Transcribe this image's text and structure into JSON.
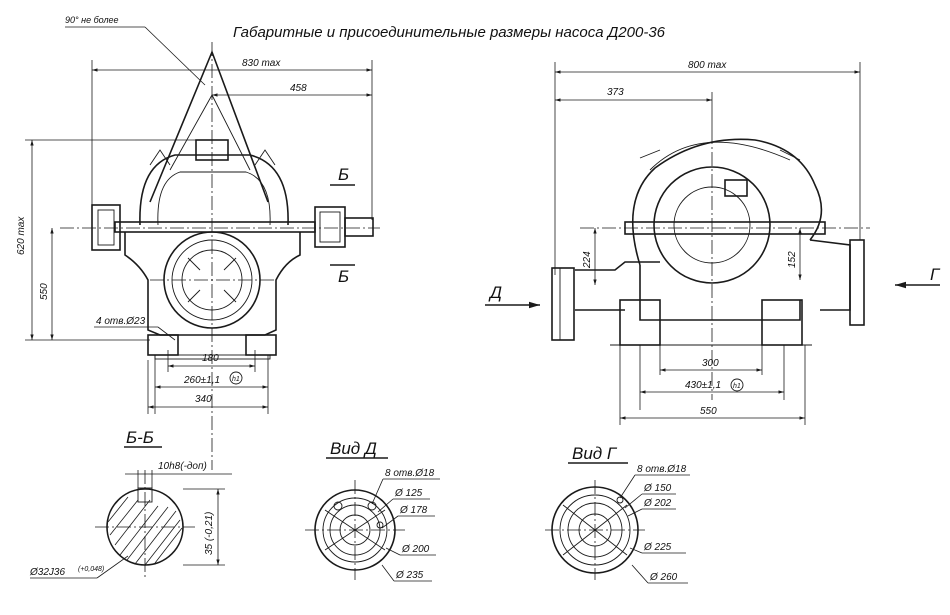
{
  "title": "Габаритные и присоединительные размеры насоса Д200-36",
  "front_view": {
    "angle_note": "90° не более",
    "dim_width_max": "830 max",
    "dim_458": "458",
    "dim_height_max": "620 max",
    "dim_550": "550",
    "holes": "4 отв.Ø23",
    "dim_180": "180",
    "dim_260": "260±1,1",
    "tol_mark": "h1",
    "dim_340": "340",
    "section_letter_top": "Б",
    "section_letter_bottom": "Б"
  },
  "side_view": {
    "dim_width_max": "800 max",
    "dim_373": "373",
    "dim_224": "224",
    "dim_152": "152",
    "arrow_d": "Д",
    "arrow_g": "Г",
    "dim_300": "300",
    "dim_430": "430±1,1",
    "tol_mark": "h1",
    "dim_550": "550"
  },
  "section_bb": {
    "label": "Б-Б",
    "keyway": "10h8(-доп)",
    "depth": "35 (-0,21)",
    "shaft": "Ø32J36",
    "shaft_tol": "(+0,048)"
  },
  "view_d": {
    "label": "Вид Д",
    "holes": "8 отв.Ø18",
    "d1": "Ø 125",
    "d2": "Ø 178",
    "d3": "Ø 200",
    "d4": "Ø 235"
  },
  "view_g": {
    "label": "Вид Г",
    "holes": "8 отв.Ø18",
    "d1": "Ø 150",
    "d2": "Ø 202",
    "d3": "Ø 225",
    "d4": "Ø 260"
  }
}
